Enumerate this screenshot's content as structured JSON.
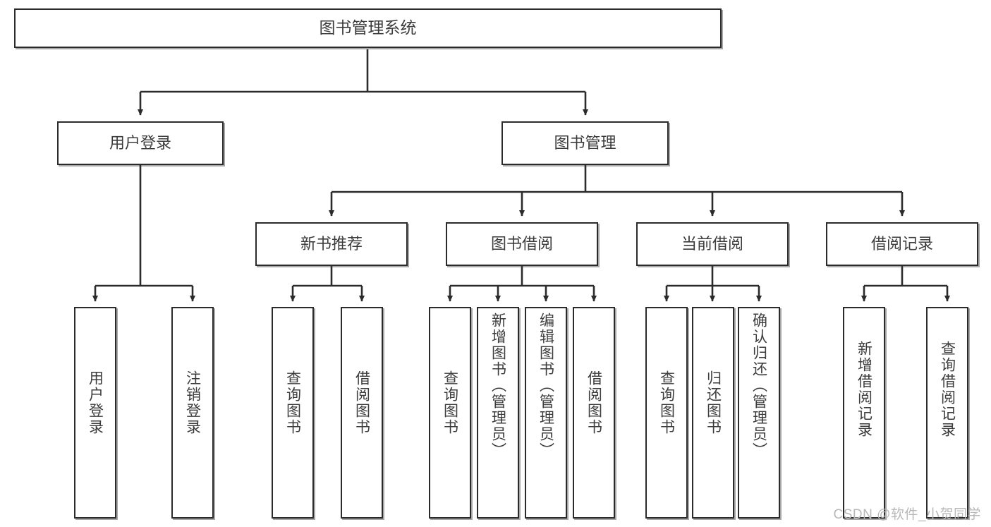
{
  "diagram": {
    "type": "tree",
    "title": "图书管理系统",
    "watermark": "CSDN @软件_小贺同学",
    "style": {
      "background": "#ffffff",
      "node_fill": "#ffffff",
      "node_border": "#2b2b2b",
      "edge_color": "#2b2b2b",
      "text_color": "#3c3c3c",
      "watermark_color": "#b8b8b8"
    },
    "nodes": {
      "root": {
        "id": "root",
        "label": "图书管理系统",
        "level": 0,
        "orientation": "horizontal"
      },
      "branches": [
        {
          "id": "user-login",
          "label": "用户登录",
          "level": 1,
          "orientation": "horizontal"
        },
        {
          "id": "book-manage",
          "label": "图书管理",
          "level": 1,
          "orientation": "horizontal"
        },
        {
          "id": "new-book-rec",
          "label": "新书推荐",
          "level": 2,
          "orientation": "horizontal"
        },
        {
          "id": "book-borrow",
          "label": "图书借阅",
          "level": 2,
          "orientation": "horizontal"
        },
        {
          "id": "current-borrow",
          "label": "当前借阅",
          "level": 2,
          "orientation": "horizontal"
        },
        {
          "id": "borrow-record",
          "label": "借阅记录",
          "level": 2,
          "orientation": "horizontal"
        }
      ],
      "leaves": [
        {
          "id": "leaf-user-login",
          "label": "用户登录",
          "parent": "user-login",
          "orientation": "vertical"
        },
        {
          "id": "leaf-user-logout",
          "label": "注销登录",
          "parent": "user-login",
          "orientation": "vertical"
        },
        {
          "id": "leaf-query-book-1",
          "label": "查询图书",
          "parent": "new-book-rec",
          "orientation": "vertical"
        },
        {
          "id": "leaf-borrow-book-1",
          "label": "借阅图书",
          "parent": "new-book-rec",
          "orientation": "vertical"
        },
        {
          "id": "leaf-query-book-2",
          "label": "查询图书",
          "parent": "book-borrow",
          "orientation": "vertical"
        },
        {
          "id": "leaf-add-book",
          "label": "新增图书（管理员）",
          "parent": "book-borrow",
          "orientation": "vertical"
        },
        {
          "id": "leaf-edit-book",
          "label": "编辑图书（管理员）",
          "parent": "book-borrow",
          "orientation": "vertical"
        },
        {
          "id": "leaf-borrow-book-2",
          "label": "借阅图书",
          "parent": "book-borrow",
          "orientation": "vertical"
        },
        {
          "id": "leaf-query-book-3",
          "label": "查询图书",
          "parent": "current-borrow",
          "orientation": "vertical"
        },
        {
          "id": "leaf-return-book",
          "label": "归还图书",
          "parent": "current-borrow",
          "orientation": "vertical"
        },
        {
          "id": "leaf-confirm-return",
          "label": "确认归还（管理员）",
          "parent": "current-borrow",
          "orientation": "vertical"
        },
        {
          "id": "leaf-add-record",
          "label": "新增借阅记录",
          "parent": "borrow-record",
          "orientation": "vertical"
        },
        {
          "id": "leaf-query-record",
          "label": "查询借阅记录",
          "parent": "borrow-record",
          "orientation": "vertical"
        }
      ]
    },
    "edges": [
      {
        "from": "root",
        "to": "user-login"
      },
      {
        "from": "root",
        "to": "book-manage"
      },
      {
        "from": "user-login",
        "to": "leaf-user-login"
      },
      {
        "from": "user-login",
        "to": "leaf-user-logout"
      },
      {
        "from": "book-manage",
        "to": "new-book-rec"
      },
      {
        "from": "book-manage",
        "to": "book-borrow"
      },
      {
        "from": "book-manage",
        "to": "current-borrow"
      },
      {
        "from": "book-manage",
        "to": "borrow-record"
      },
      {
        "from": "new-book-rec",
        "to": "leaf-query-book-1"
      },
      {
        "from": "new-book-rec",
        "to": "leaf-borrow-book-1"
      },
      {
        "from": "book-borrow",
        "to": "leaf-query-book-2"
      },
      {
        "from": "book-borrow",
        "to": "leaf-add-book"
      },
      {
        "from": "book-borrow",
        "to": "leaf-edit-book"
      },
      {
        "from": "book-borrow",
        "to": "leaf-borrow-book-2"
      },
      {
        "from": "current-borrow",
        "to": "leaf-query-book-3"
      },
      {
        "from": "current-borrow",
        "to": "leaf-return-book"
      },
      {
        "from": "current-borrow",
        "to": "leaf-confirm-return"
      },
      {
        "from": "borrow-record",
        "to": "leaf-add-record"
      },
      {
        "from": "borrow-record",
        "to": "leaf-query-record"
      }
    ]
  }
}
